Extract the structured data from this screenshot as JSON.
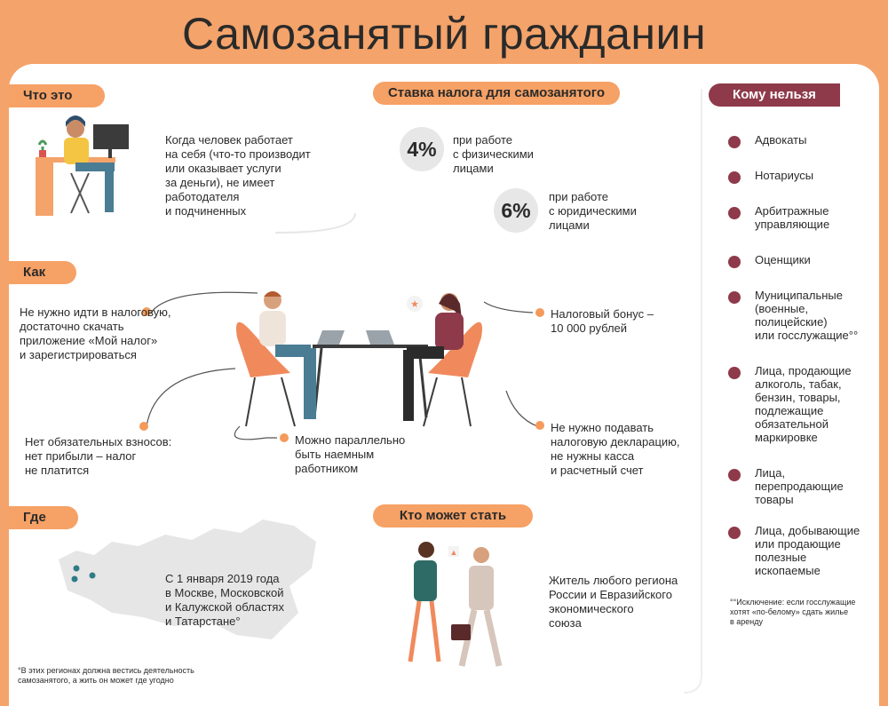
{
  "title": "Самозанятый гражданин",
  "what": {
    "label": "Что это",
    "text": "Когда человек работает\nна себя (что-то производит\nили оказывает услуги\nза деньги), не имеет\nработодателя\nи подчиненных"
  },
  "rate": {
    "label": "Ставка налога для самозанятого",
    "items": [
      {
        "value": "4%",
        "text": "при работе\nс физическими\nлицами"
      },
      {
        "value": "6%",
        "text": "при работе\nс юридическими\nлицами"
      }
    ]
  },
  "forbidden": {
    "label": "Кому нельзя",
    "items": [
      "Адвокаты",
      "Нотариусы",
      "Арбитражные\nуправляющие",
      "Оценщики",
      "Муниципальные\n(военные,\nполицейские)\nили госслужащие°°",
      "Лица, продающие\nалкоголь, табак,\nбензин, товары,\nподлежащие\nобязательной\nмаркировке",
      "Лица,\nперепродающие\nтовары",
      "Лица, добывающие\nили продающие\nполезные\nископаемые"
    ],
    "footnote": "°°Исключение: если госслужащие\nхотят «по-белому» сдать жилье\nв аренду"
  },
  "how": {
    "label": "Как",
    "points": [
      "Не нужно идти в налоговую,\nдостаточно скачать\nприложение «Мой налог»\nи зарегистрироваться",
      "Нет обязательных взносов:\nнет прибыли – налог\nне платится",
      "Можно параллельно\nбыть наемным\nработником",
      "Налоговый бонус –\n10 000 рублей",
      "Не нужно подавать\nналоговую декларацию,\nне нужны касса\nи расчетный счет"
    ]
  },
  "where": {
    "label": "Где",
    "text": "С 1 января 2019 года\nв Москве, Московской\nи Калужской областях\nи Татарстане°",
    "footnote": "°В этих регионах должна вестись деятельность\nсамозанятого, а жить он может где угодно"
  },
  "who": {
    "label": "Кто может стать",
    "text": "Житель любого региона\nРоссии и Евразийского\nэкономического\nсоюза"
  },
  "colors": {
    "orange": "#f4a36a",
    "maroon": "#8e3a4a",
    "gray": "#e7e7e7"
  }
}
